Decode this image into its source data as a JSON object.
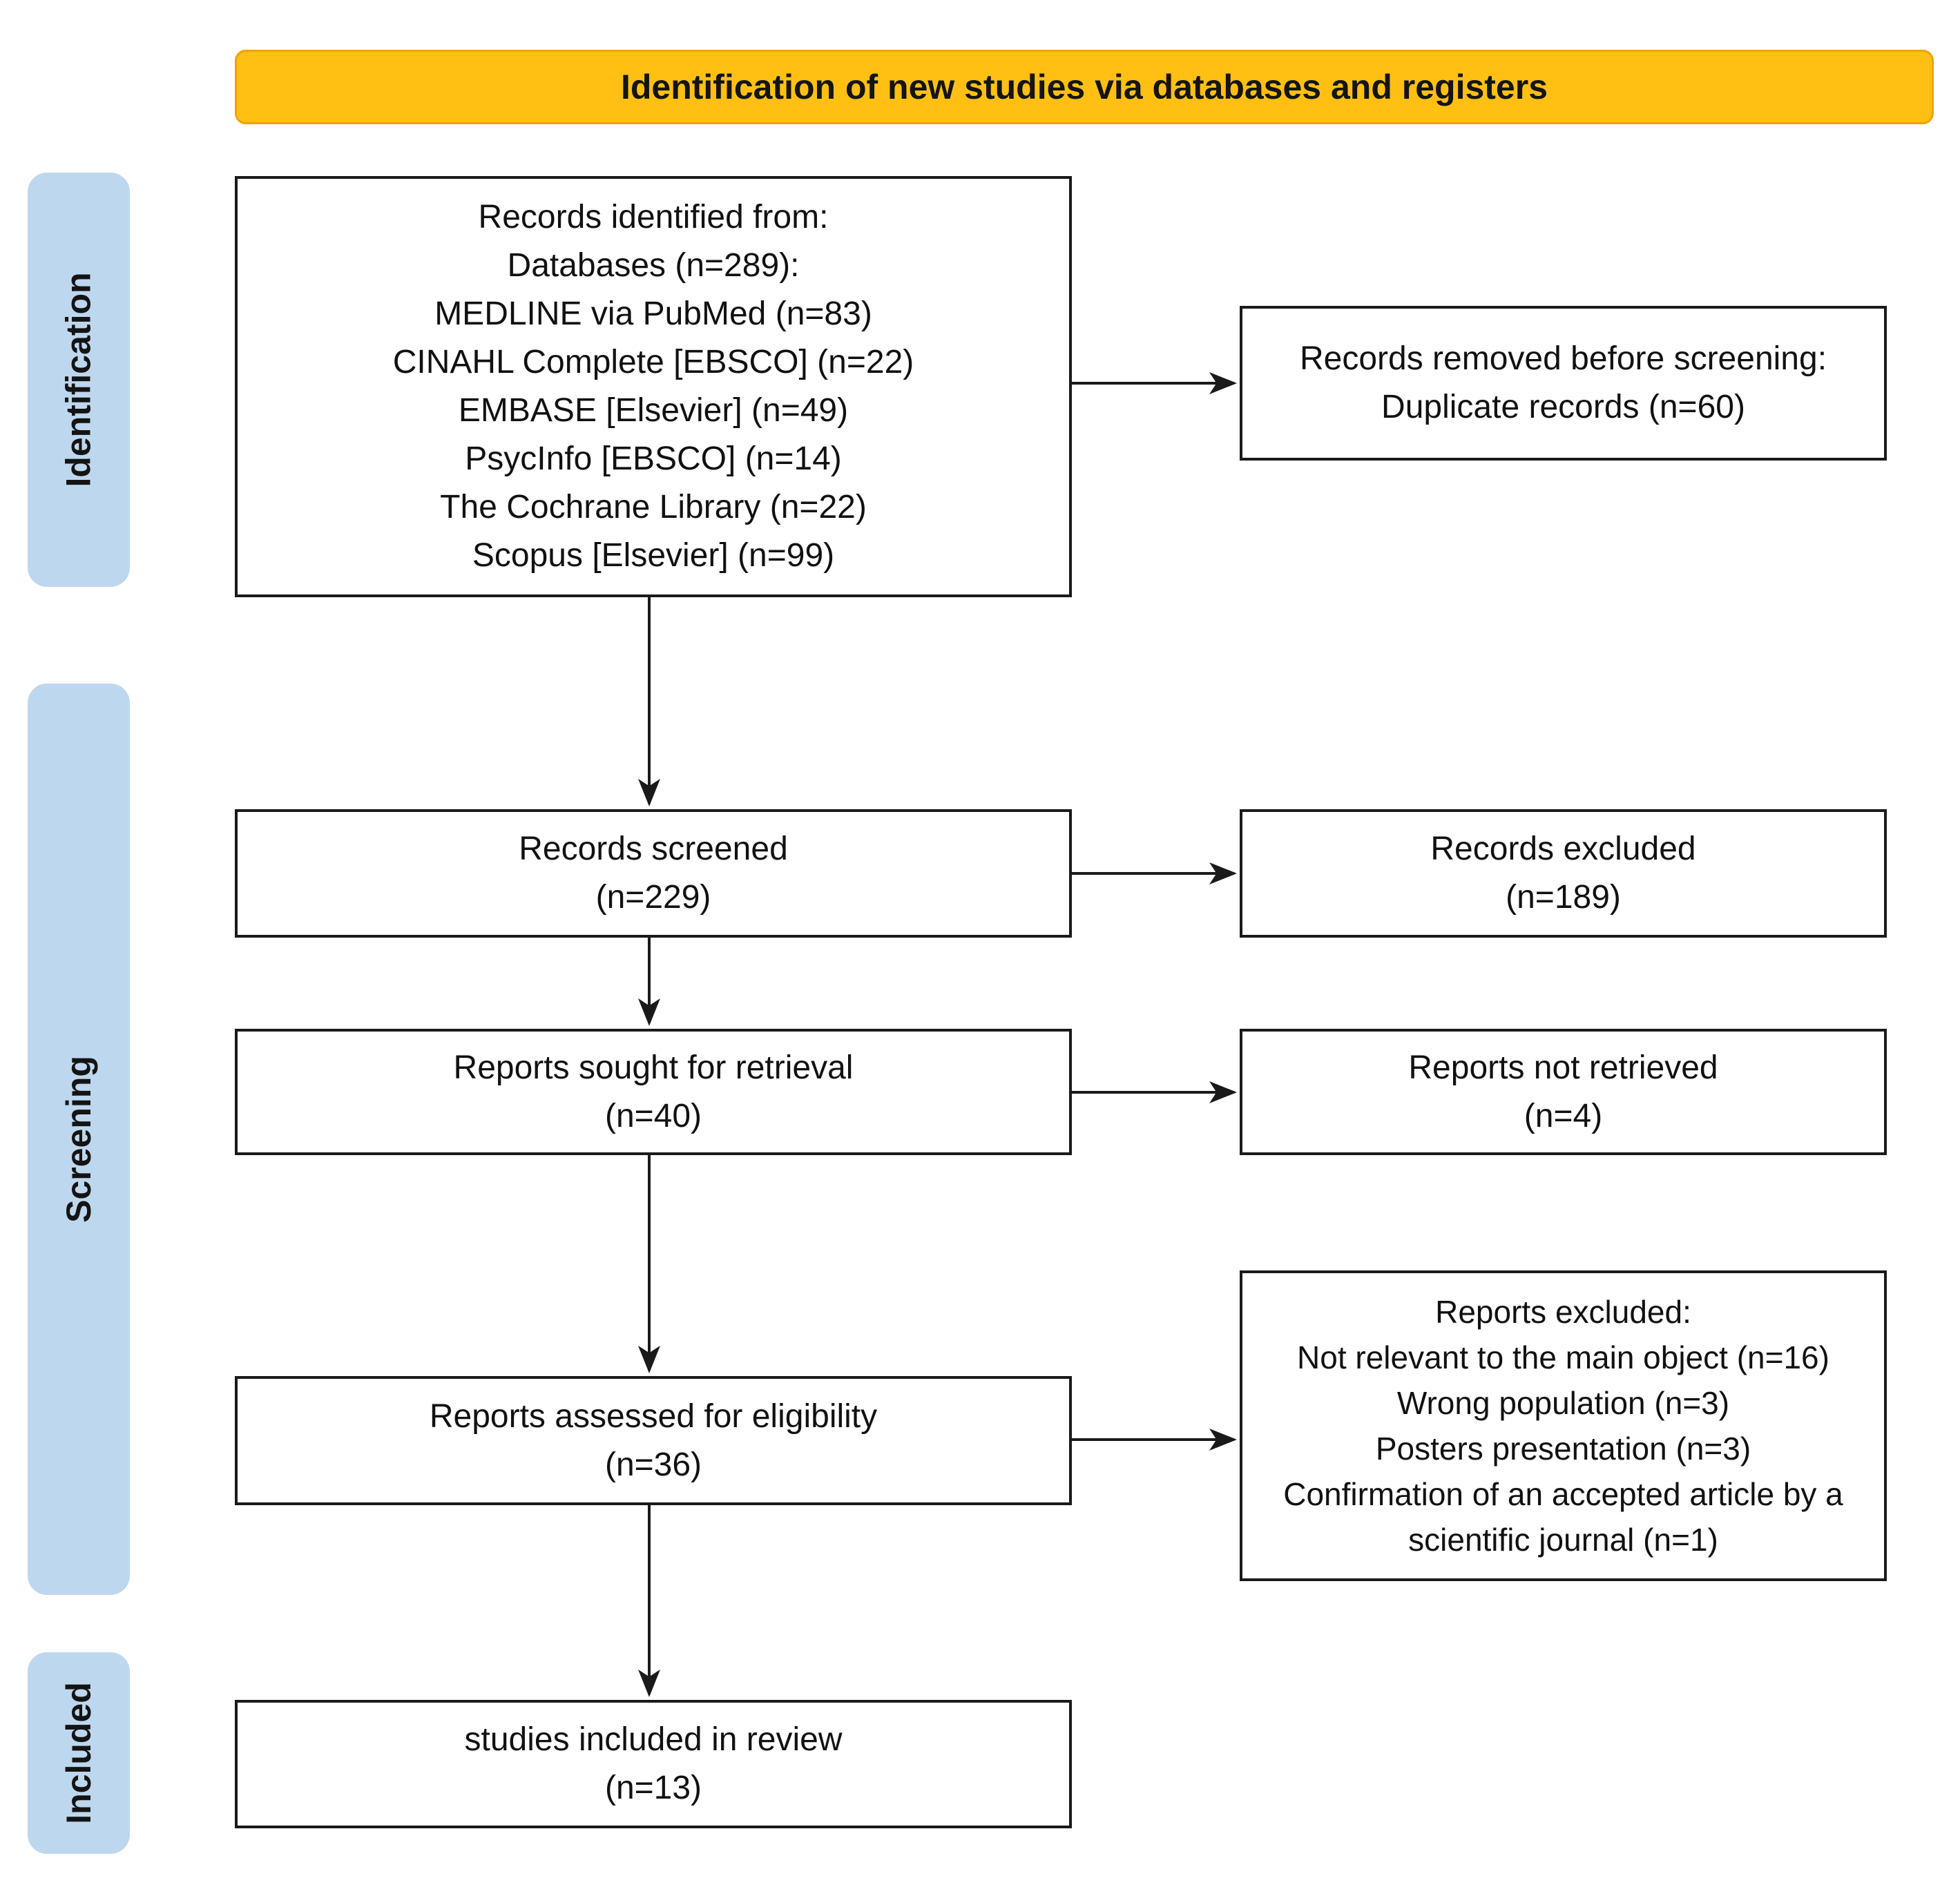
{
  "banner": {
    "title": "Identification of new studies via databases and registers"
  },
  "stages": {
    "identification": "Identification",
    "screening": "Screening",
    "included": "Included"
  },
  "colors": {
    "banner_bg": "#FFC013",
    "banner_border": "#F0A202",
    "stage_bg": "#BDD7EE",
    "box_border": "#1A1A1A",
    "text": "#111111"
  },
  "boxes": {
    "identified": {
      "lines": [
        "Records identified from:",
        "Databases (n=289):",
        "MEDLINE via PubMed (n=83)",
        "CINAHL Complete [EBSCO] (n=22)",
        "EMBASE [Elsevier] (n=49)",
        "PsycInfo [EBSCO] (n=14)",
        "The Cochrane Library (n=22)",
        "Scopus [Elsevier] (n=99)"
      ]
    },
    "removed": {
      "lines": [
        "Records removed before screening:",
        "Duplicate records (n=60)"
      ]
    },
    "screened": {
      "lines": [
        "Records screened",
        "(n=229)"
      ]
    },
    "excluded": {
      "lines": [
        "Records excluded",
        "(n=189)"
      ]
    },
    "sought": {
      "lines": [
        "Reports sought for retrieval",
        "(n=40)"
      ]
    },
    "not_retrieved": {
      "lines": [
        "Reports not retrieved",
        "(n=4)"
      ]
    },
    "assessed": {
      "lines": [
        "Reports assessed for eligibility",
        "(n=36)"
      ]
    },
    "reports_excluded": {
      "lines": [
        "Reports excluded:",
        "Not relevant to the main object (n=16)",
        "Wrong population (n=3)",
        "Posters presentation (n=3)",
        "Confirmation of an accepted article by a scientific journal (n=1)"
      ]
    },
    "included_review": {
      "lines": [
        "studies included in review",
        "(n=13)"
      ]
    }
  }
}
